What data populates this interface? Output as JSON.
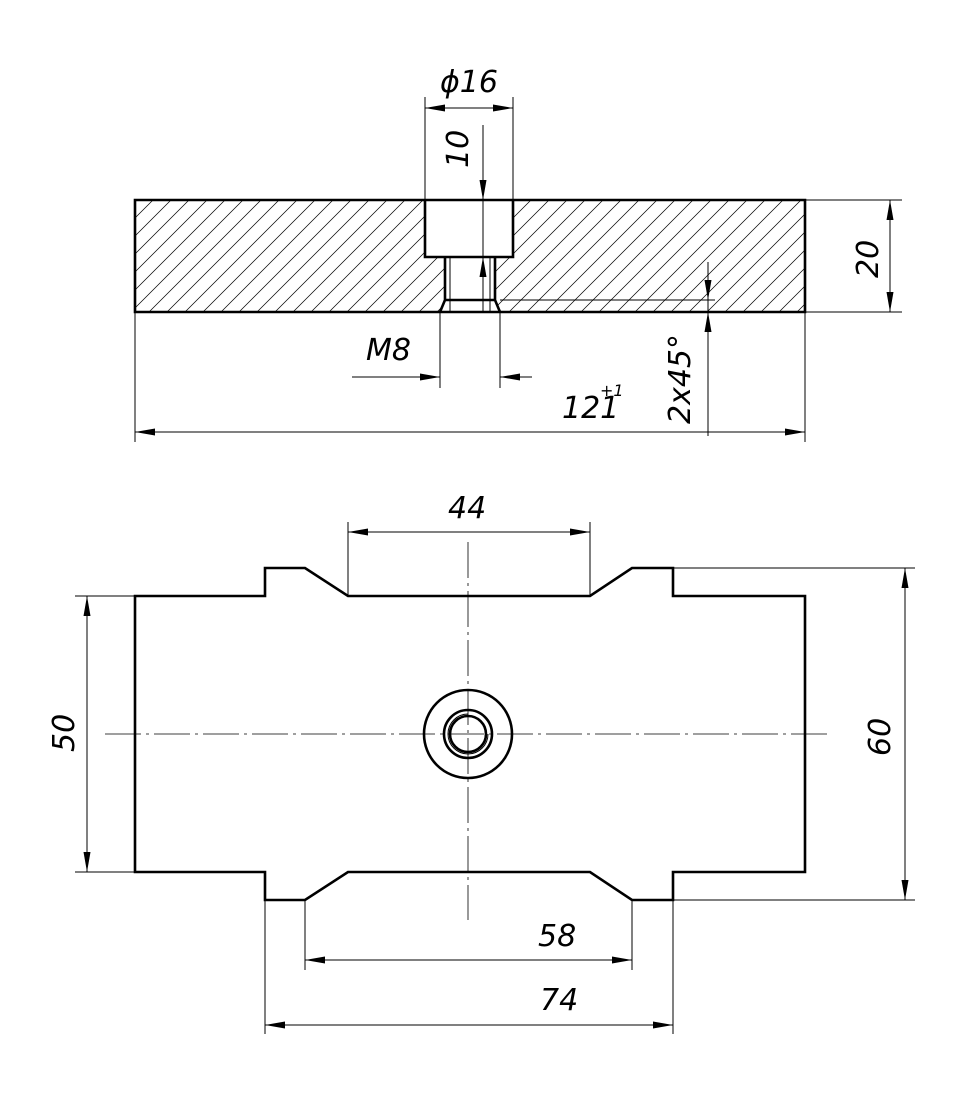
{
  "drawing": {
    "section_view": {
      "counterbore_diameter": "ϕ16",
      "counterbore_depth": "10",
      "thickness": "20",
      "thread": "M8",
      "length": "121",
      "length_tolerance": "+1",
      "chamfer": "2x45°"
    },
    "plan_view": {
      "inner_width": "44",
      "height_left": "50",
      "height_right": "60",
      "bottom_inner": "58",
      "bottom_outer": "74"
    }
  }
}
